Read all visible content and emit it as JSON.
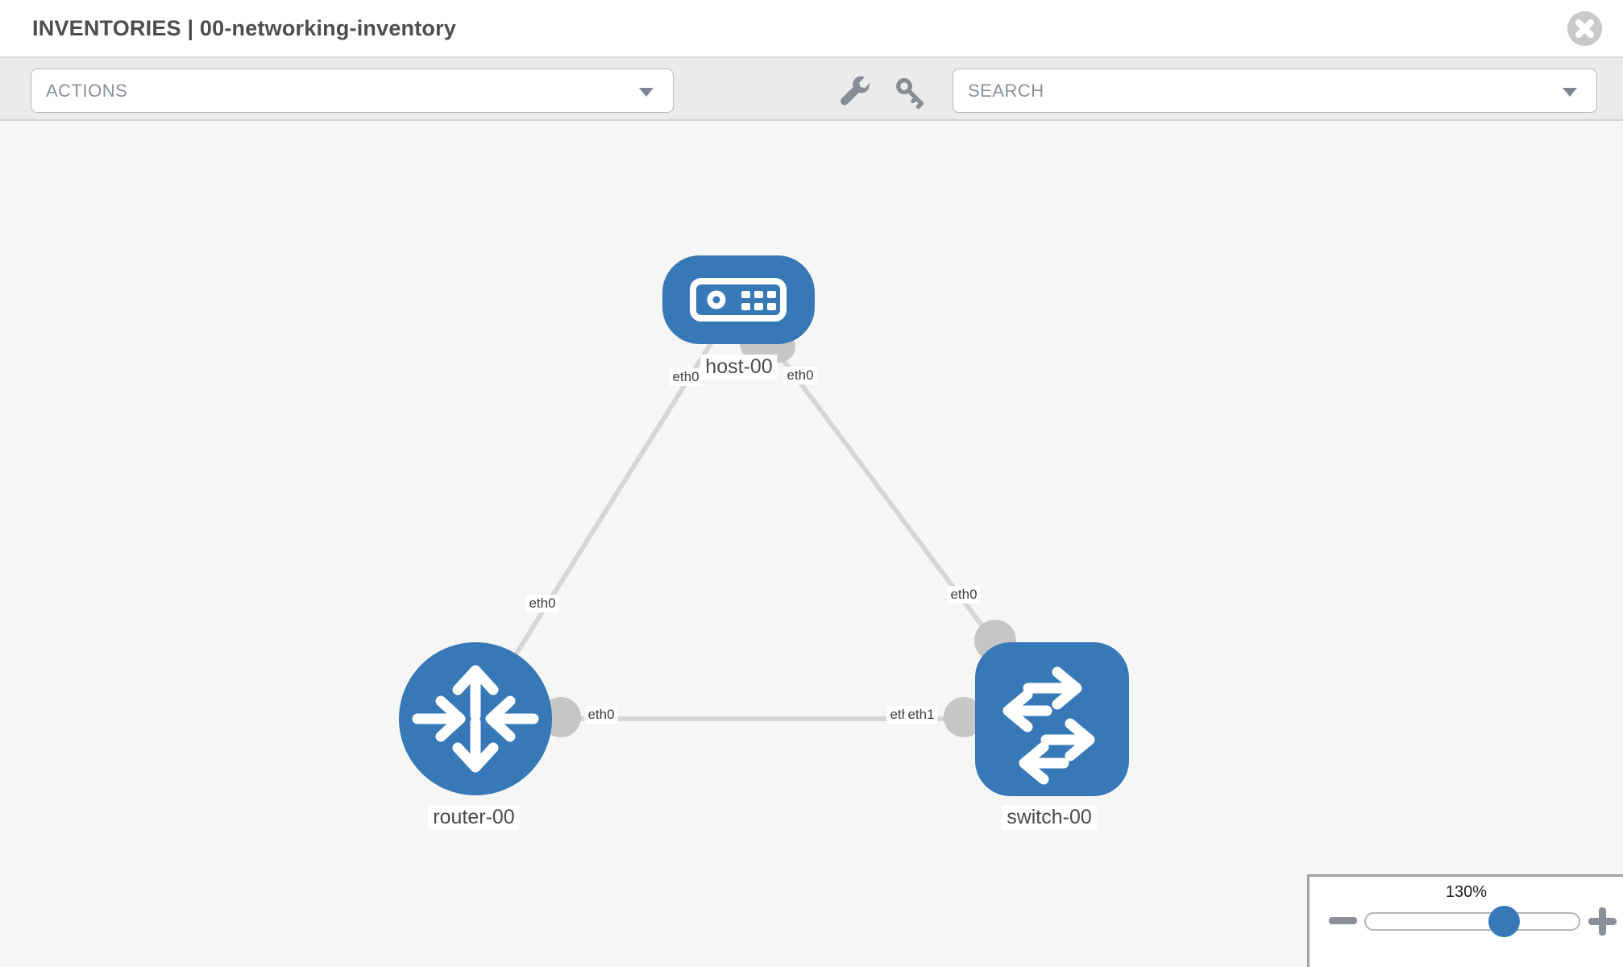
{
  "header": {
    "title": "INVENTORIES | 00-networking-inventory"
  },
  "toolbar": {
    "actions_label": "ACTIONS",
    "search_label": "SEARCH",
    "icons": [
      "wrench-icon",
      "key-icon"
    ]
  },
  "topology": {
    "nodes": [
      {
        "id": "host-00",
        "type": "host",
        "label": "host-00"
      },
      {
        "id": "router-00",
        "type": "router",
        "label": "router-00"
      },
      {
        "id": "switch-00",
        "type": "switch",
        "label": "switch-00"
      }
    ],
    "links": [
      {
        "from": "host-00",
        "to": "router-00",
        "from_port": "eth0",
        "to_port": "eth0"
      },
      {
        "from": "host-00",
        "to": "switch-00",
        "from_port": "eth0",
        "to_port": "eth0"
      },
      {
        "from": "router-00",
        "to": "switch-00",
        "from_port": "eth0",
        "to_port": "eth1"
      }
    ],
    "port_labels": [
      {
        "text": "eth0",
        "position": "host-to-router-end"
      },
      {
        "text": "eth0",
        "position": "host-to-switch-end"
      },
      {
        "text": "eth0",
        "position": "router-to-host-end"
      },
      {
        "text": "eth0",
        "position": "switch-to-host-end"
      },
      {
        "text": "eth0",
        "position": "router-to-switch-end"
      },
      {
        "text": "eth0",
        "position": "switch-to-router-end-under"
      },
      {
        "text": "eth1",
        "position": "switch-to-router-end-over"
      }
    ]
  },
  "zoom_control": {
    "level": "130%",
    "minus_icon": "zoom-out-icon",
    "plus_icon": "zoom-in-icon"
  },
  "colors": {
    "node_blue": "#3779b7",
    "link_gray": "#d6d6d6",
    "port_gray": "#c6c6c6",
    "toolbar_gray": "#ebebeb",
    "canvas_gray": "#f6f6f5"
  }
}
